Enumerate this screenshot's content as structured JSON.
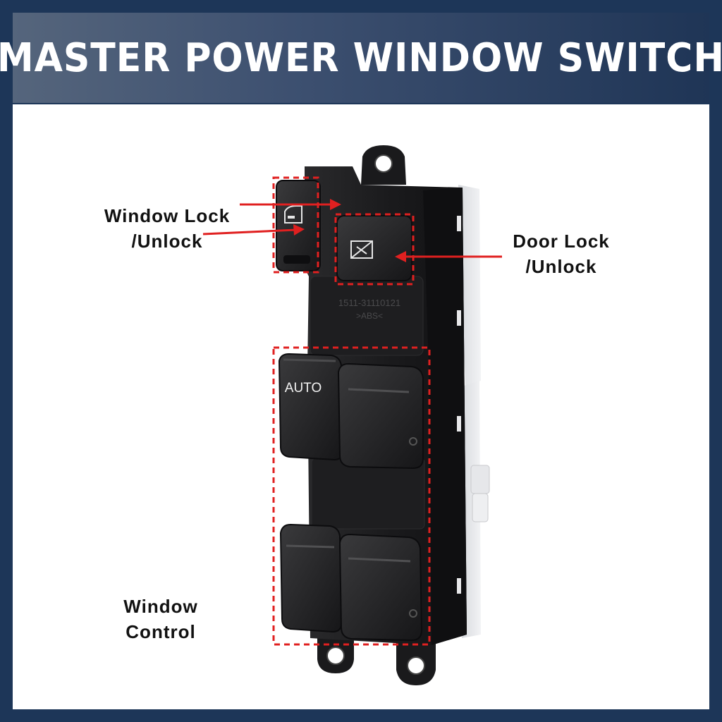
{
  "header": {
    "title": "MASTER POWER WINDOW SWITCH"
  },
  "labels": {
    "window_lock_line1": "Window Lock",
    "window_lock_line2": "/Unlock",
    "door_lock_line1": "Door Lock",
    "door_lock_line2": "/Unlock",
    "window_control_line1": "Window",
    "window_control_line2": "Control"
  },
  "switch": {
    "auto_label": "AUTO",
    "part_number": "1511-31110121",
    "material_mark": ">ABS<"
  },
  "colors": {
    "frame": "#1d3658",
    "highlight": "#e02020",
    "switch_body": "#1c1c1e"
  }
}
